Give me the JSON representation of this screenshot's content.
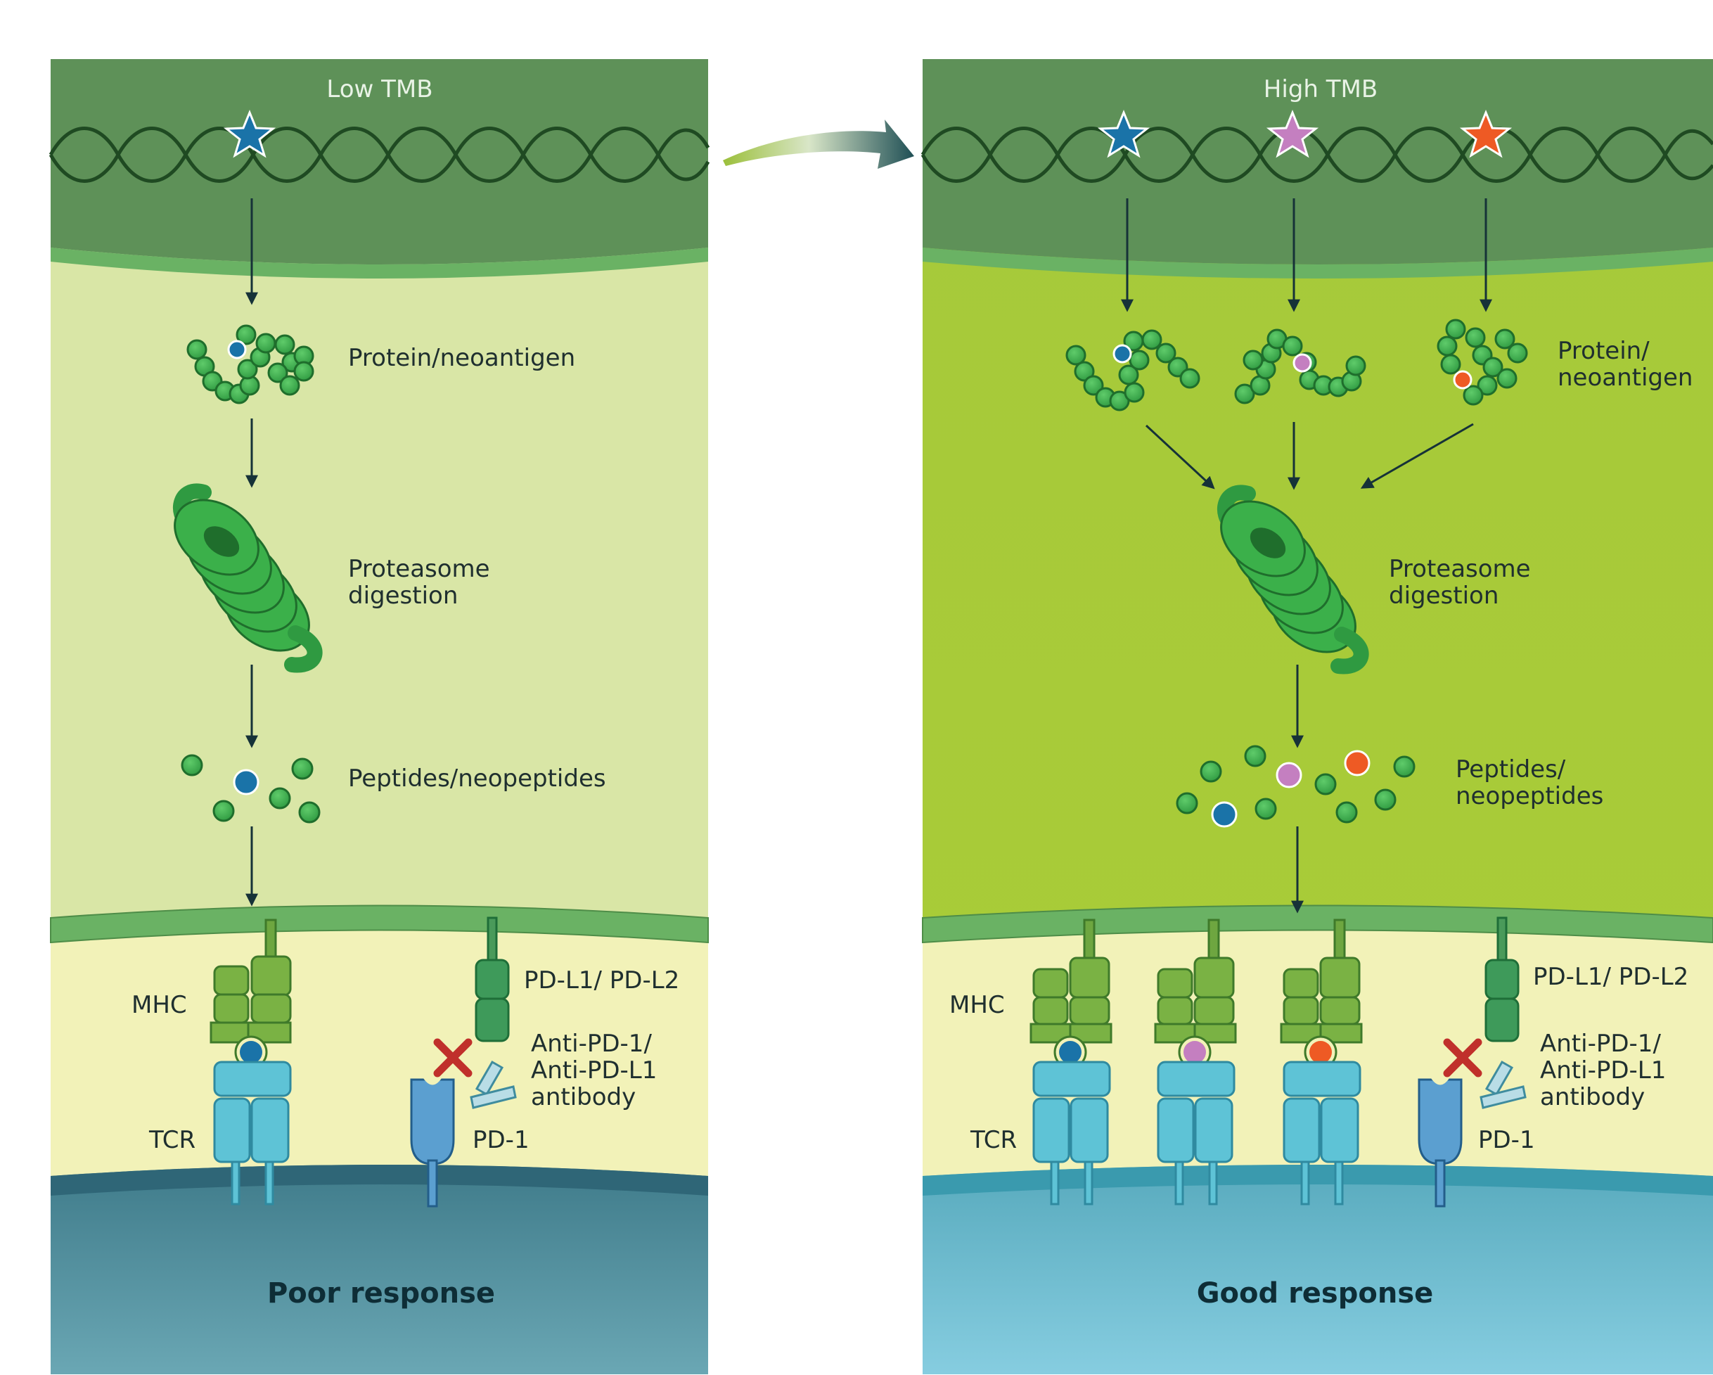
{
  "left_panel": {
    "header": "Low TMB",
    "protein_label": "Protein/neoantigen",
    "proteasome_label": [
      "Proteasome",
      "digestion"
    ],
    "peptides_label": "Peptides/neopeptides",
    "mhc_label": "MHC",
    "tcr_label": "TCR",
    "pdl_label": "PD-L1/ PD-L2",
    "antibody_label": [
      "Anti-PD-1/",
      "Anti-PD-L1",
      "antibody"
    ],
    "pd1_label": "PD-1",
    "response": "Poor response"
  },
  "right_panel": {
    "header": "High TMB",
    "protein_label": [
      "Protein/",
      "neoantigen"
    ],
    "proteasome_label": [
      "Proteasome",
      "digestion"
    ],
    "peptides_label": [
      "Peptides/",
      "neopeptides"
    ],
    "mhc_label": "MHC",
    "tcr_label": "TCR",
    "pdl_label": "PD-L1/ PD-L2",
    "antibody_label": [
      "Anti-PD-1/",
      "Anti-PD-L1",
      "antibody"
    ],
    "pd1_label": "PD-1",
    "response": "Good response"
  },
  "colors": {
    "nucleus": "#5e9158",
    "left_cytoplasm": "#d9e6a6",
    "right_cytoplasm": "#a8c93a",
    "membrane": "#6ab264",
    "synapse": "#f2f2b8",
    "left_tcell": "#4f8a98",
    "right_tcell": "#6fbcd0",
    "neo_blue": "#1a73a8",
    "neo_pink": "#c47fc0",
    "neo_orange": "#ee5a24",
    "green_bead": "#3aa64a"
  }
}
